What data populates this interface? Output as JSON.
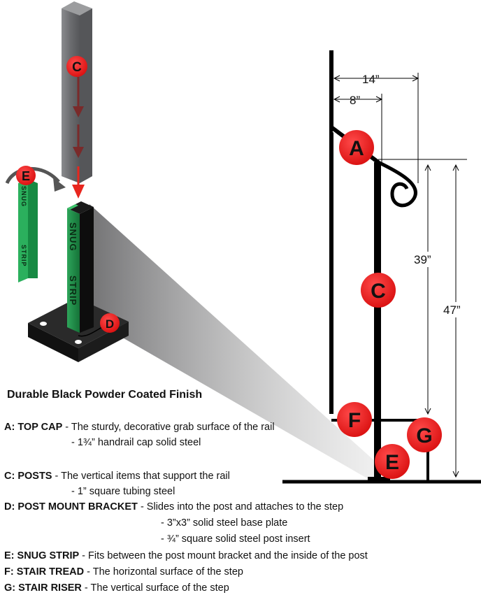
{
  "labels": {
    "a": "A",
    "c": "C",
    "d": "D",
    "e": "E",
    "f": "F",
    "g": "G"
  },
  "strip_text": {
    "word1": "SNUG",
    "word2": "STRIP"
  },
  "dimensions": {
    "d14": "14”",
    "d8": "8”",
    "d39": "39”",
    "d47": "47”"
  },
  "legend": {
    "heading": "Durable Black Powder Coated Finish",
    "items": [
      {
        "term": "A: TOP CAP",
        "desc": " - The sturdy, decorative grab surface of the rail"
      },
      {
        "term": "C: POSTS",
        "desc": " - The vertical items that support the rail"
      },
      {
        "term": "D: POST MOUNT BRACKET",
        "desc": " - Slides into the post and attaches to the step"
      },
      {
        "term": "E: SNUG STRIP",
        "desc": " - Fits between the post mount bracket and the inside of the post"
      },
      {
        "term": "F: STAIR TREAD",
        "desc": " - The horizontal surface of the step"
      },
      {
        "term": "G: STAIR RISER",
        "desc": " -  The vertical surface of the step"
      }
    ],
    "subs": {
      "a1": "-  1¾” handrail cap solid steel",
      "c1": "-  1” square tubing steel",
      "d1": "-  3”x3” solid steel base plate",
      "d2": "-  ¾” square solid steel post insert"
    }
  },
  "colors": {
    "marker": "#ee1c1c",
    "strip": "#1f8a45",
    "post": "#6d6e71",
    "rail": "#000000"
  }
}
